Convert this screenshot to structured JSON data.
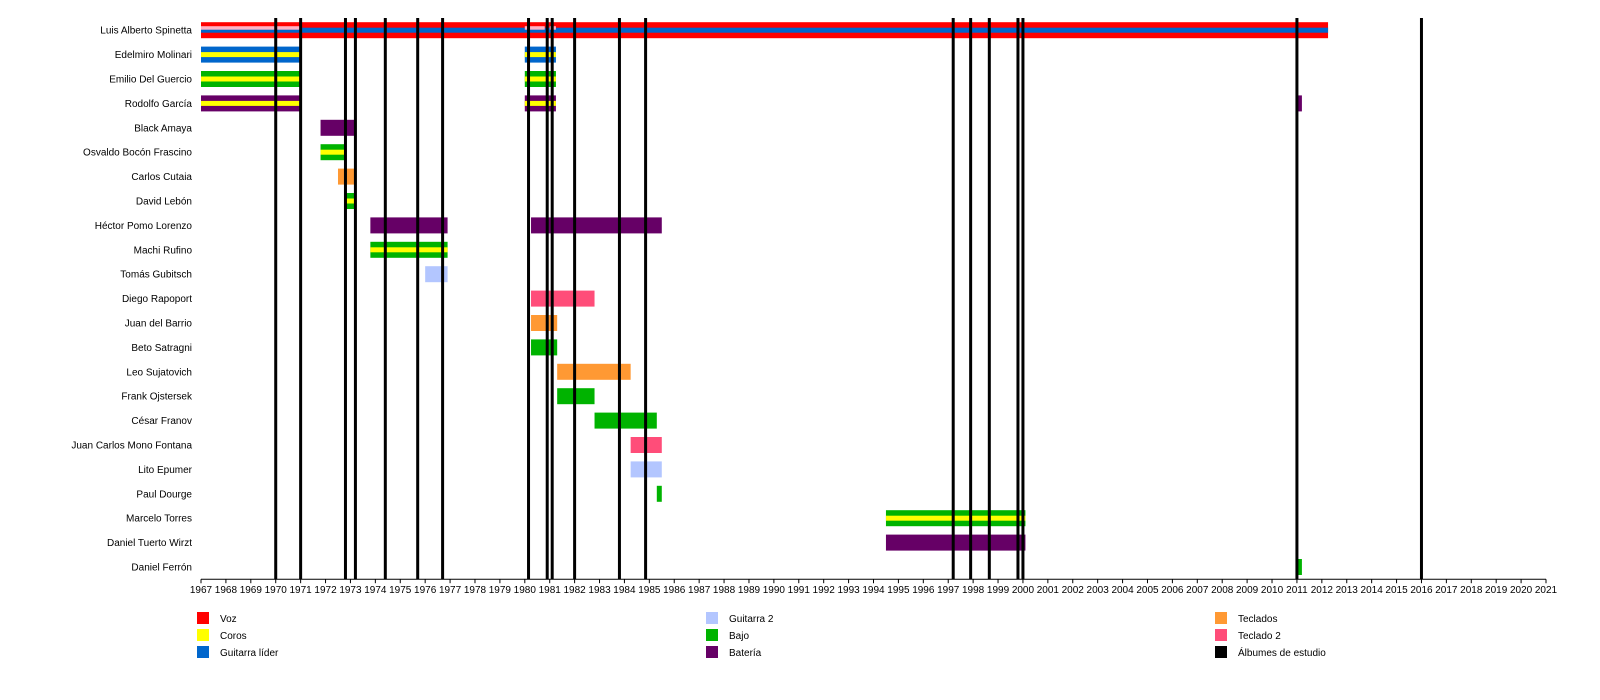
{
  "chart_data": {
    "type": "timeline",
    "title": "",
    "xlim": [
      1967,
      2021
    ],
    "x_ticks": [
      1967,
      1968,
      1969,
      1970,
      1971,
      1972,
      1973,
      1974,
      1975,
      1976,
      1977,
      1978,
      1979,
      1980,
      1981,
      1982,
      1983,
      1984,
      1985,
      1986,
      1987,
      1988,
      1989,
      1990,
      1991,
      1992,
      1993,
      1994,
      1995,
      1996,
      1997,
      1998,
      1999,
      2000,
      2001,
      2002,
      2003,
      2004,
      2005,
      2006,
      2007,
      2008,
      2009,
      2010,
      2011,
      2012,
      2013,
      2014,
      2015,
      2016,
      2017,
      2018,
      2019,
      2020,
      2021
    ],
    "roles": [
      {
        "key": "voz",
        "label": "Voz",
        "color": "#ff0000"
      },
      {
        "key": "coros",
        "label": "Coros",
        "color": "#ffff00"
      },
      {
        "key": "guitarra_lider",
        "label": "Guitarra líder",
        "color": "#0066cc"
      },
      {
        "key": "guitarra2",
        "label": "Guitarra 2",
        "color": "#b3c6ff"
      },
      {
        "key": "bajo",
        "label": "Bajo",
        "color": "#00b300"
      },
      {
        "key": "bateria",
        "label": "Batería",
        "color": "#660066"
      },
      {
        "key": "teclados",
        "label": "Teclados",
        "color": "#ff9933"
      },
      {
        "key": "teclado2",
        "label": "Teclado 2",
        "color": "#ff4d79"
      },
      {
        "key": "albumes",
        "label": "Álbumes de estudio",
        "color": "#000000"
      }
    ],
    "members": [
      {
        "name": "Luis Alberto Spinetta",
        "periods": [
          {
            "start": 1967,
            "end": 2012.25,
            "roles": [
              "voz",
              "guitarra_lider"
            ],
            "inner": "guitarra_lider"
          },
          {
            "start": 1967,
            "end": 1971,
            "inner": "lightpink"
          },
          {
            "start": 1980.0,
            "end": 1980.8,
            "inner": "lightpink"
          },
          {
            "start": 1981.0,
            "end": 1981.25,
            "inner": "lightpink"
          }
        ]
      },
      {
        "name": "Edelmiro Molinari",
        "periods": [
          {
            "start": 1967,
            "end": 1971,
            "roles": [
              "guitarra_lider",
              "coros"
            ]
          },
          {
            "start": 1980.0,
            "end": 1981.25,
            "roles": [
              "guitarra_lider",
              "coros"
            ]
          }
        ]
      },
      {
        "name": "Emilio Del Guercio",
        "periods": [
          {
            "start": 1967,
            "end": 1971,
            "roles": [
              "bajo",
              "coros"
            ]
          },
          {
            "start": 1980.0,
            "end": 1981.25,
            "roles": [
              "bajo",
              "coros"
            ]
          }
        ]
      },
      {
        "name": "Rodolfo García",
        "periods": [
          {
            "start": 1967,
            "end": 1971,
            "roles": [
              "bateria",
              "coros"
            ]
          },
          {
            "start": 1980.0,
            "end": 1981.25,
            "roles": [
              "bateria",
              "coros"
            ]
          },
          {
            "start": 2011.0,
            "end": 2011.2,
            "roles": [
              "bateria"
            ]
          }
        ]
      },
      {
        "name": "Black Amaya",
        "periods": [
          {
            "start": 1971.8,
            "end": 1973.2,
            "roles": [
              "bateria"
            ]
          }
        ]
      },
      {
        "name": "Osvaldo Bocón Frascino",
        "periods": [
          {
            "start": 1971.8,
            "end": 1972.8,
            "roles": [
              "bajo",
              "coros"
            ]
          }
        ]
      },
      {
        "name": "Carlos Cutaia",
        "periods": [
          {
            "start": 1972.5,
            "end": 1973.2,
            "roles": [
              "teclados"
            ]
          }
        ]
      },
      {
        "name": "David Lebón",
        "periods": [
          {
            "start": 1972.8,
            "end": 1973.2,
            "roles": [
              "bajo",
              "coros"
            ]
          }
        ]
      },
      {
        "name": "Héctor Pomo Lorenzo",
        "periods": [
          {
            "start": 1973.8,
            "end": 1976.9,
            "roles": [
              "bateria"
            ]
          },
          {
            "start": 1980.25,
            "end": 1985.5,
            "roles": [
              "bateria"
            ]
          }
        ]
      },
      {
        "name": "Machi Rufino",
        "periods": [
          {
            "start": 1973.8,
            "end": 1976.9,
            "roles": [
              "bajo",
              "coros"
            ]
          }
        ]
      },
      {
        "name": "Tomás Gubitsch",
        "periods": [
          {
            "start": 1976.0,
            "end": 1976.9,
            "roles": [
              "guitarra2"
            ]
          }
        ]
      },
      {
        "name": "Diego Rapoport",
        "periods": [
          {
            "start": 1980.25,
            "end": 1982.8,
            "roles": [
              "teclado2"
            ]
          }
        ]
      },
      {
        "name": "Juan del Barrio",
        "periods": [
          {
            "start": 1980.25,
            "end": 1981.3,
            "roles": [
              "teclados"
            ]
          }
        ]
      },
      {
        "name": "Beto Satragni",
        "periods": [
          {
            "start": 1980.25,
            "end": 1981.3,
            "roles": [
              "bajo"
            ]
          }
        ]
      },
      {
        "name": "Leo Sujatovich",
        "periods": [
          {
            "start": 1981.3,
            "end": 1984.25,
            "roles": [
              "teclados"
            ]
          }
        ]
      },
      {
        "name": "Frank Ojstersek",
        "periods": [
          {
            "start": 1981.3,
            "end": 1982.8,
            "roles": [
              "bajo"
            ]
          }
        ]
      },
      {
        "name": "César Franov",
        "periods": [
          {
            "start": 1982.8,
            "end": 1985.3,
            "roles": [
              "bajo"
            ]
          }
        ]
      },
      {
        "name": "Juan Carlos Mono Fontana",
        "periods": [
          {
            "start": 1984.25,
            "end": 1985.5,
            "roles": [
              "teclado2"
            ]
          }
        ]
      },
      {
        "name": "Lito Epumer",
        "periods": [
          {
            "start": 1984.25,
            "end": 1985.5,
            "roles": [
              "guitarra2"
            ]
          }
        ]
      },
      {
        "name": "Paul Dourge",
        "periods": [
          {
            "start": 1985.3,
            "end": 1985.5,
            "roles": [
              "bajo"
            ]
          }
        ]
      },
      {
        "name": "Marcelo Torres",
        "periods": [
          {
            "start": 1994.5,
            "end": 2000.1,
            "roles": [
              "bajo",
              "coros"
            ]
          }
        ]
      },
      {
        "name": "Daniel Tuerto Wirzt",
        "periods": [
          {
            "start": 1994.5,
            "end": 2000.1,
            "roles": [
              "bateria"
            ]
          }
        ]
      },
      {
        "name": "Daniel Ferrón",
        "periods": [
          {
            "start": 2011.0,
            "end": 2011.2,
            "roles": [
              "bajo"
            ]
          }
        ]
      }
    ],
    "albums": [
      1970.0,
      1971.0,
      1972.8,
      1973.2,
      1974.4,
      1975.7,
      1976.7,
      1980.15,
      1980.9,
      1981.1,
      1982.0,
      1983.8,
      1984.85,
      1997.2,
      1997.9,
      1998.65,
      1999.8,
      2000.0,
      2011.0,
      2016.0
    ],
    "legend": {
      "placement": "bottom",
      "columns": 3
    }
  }
}
